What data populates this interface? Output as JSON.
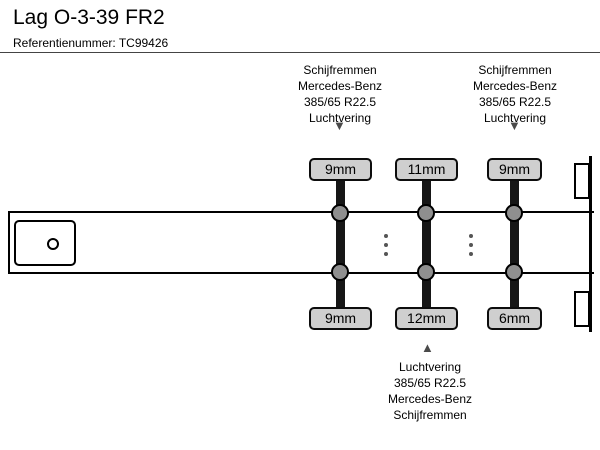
{
  "header": {
    "title": "Lag O-3-39 FR2",
    "reference": "Referentienummer: TC99426"
  },
  "icons": {
    "arrow_down": "▼",
    "arrow_up": "▲"
  },
  "annotations": {
    "axle1_top": {
      "lines": [
        "Schijfremmen",
        "Mercedes-Benz",
        "385/65 R22.5",
        "Luchtvering"
      ]
    },
    "axle3_top": {
      "lines": [
        "Schijfremmen",
        "Mercedes-Benz",
        "385/65 R22.5",
        "Luchtvering"
      ]
    },
    "axle2_bottom": {
      "lines": [
        "Luchtvering",
        "385/65 R22.5",
        "Mercedes-Benz",
        "Schijfremmen"
      ]
    }
  },
  "axles": [
    {
      "id": "axle-1",
      "top_tread": "9mm",
      "bottom_tread": "9mm"
    },
    {
      "id": "axle-2",
      "top_tread": "11mm",
      "bottom_tread": "12mm"
    },
    {
      "id": "axle-3",
      "top_tread": "9mm",
      "bottom_tread": "6mm"
    }
  ],
  "colors": {
    "background": "#ffffff",
    "text": "#000000",
    "tread_box_bg": "#cfcfcf",
    "axle_bar": "#161616",
    "arrow": "#4a4a4a"
  }
}
